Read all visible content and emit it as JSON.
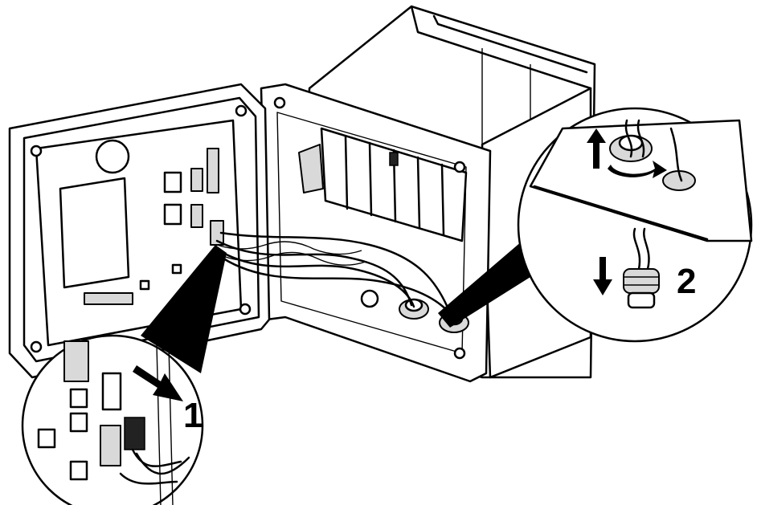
{
  "figure": {
    "callouts": [
      {
        "id": "1",
        "label": "1"
      },
      {
        "id": "2",
        "label": "2"
      }
    ]
  },
  "colors": {
    "line": "#000000",
    "fill": "#ffffff",
    "shade": "#d9d9d9"
  }
}
